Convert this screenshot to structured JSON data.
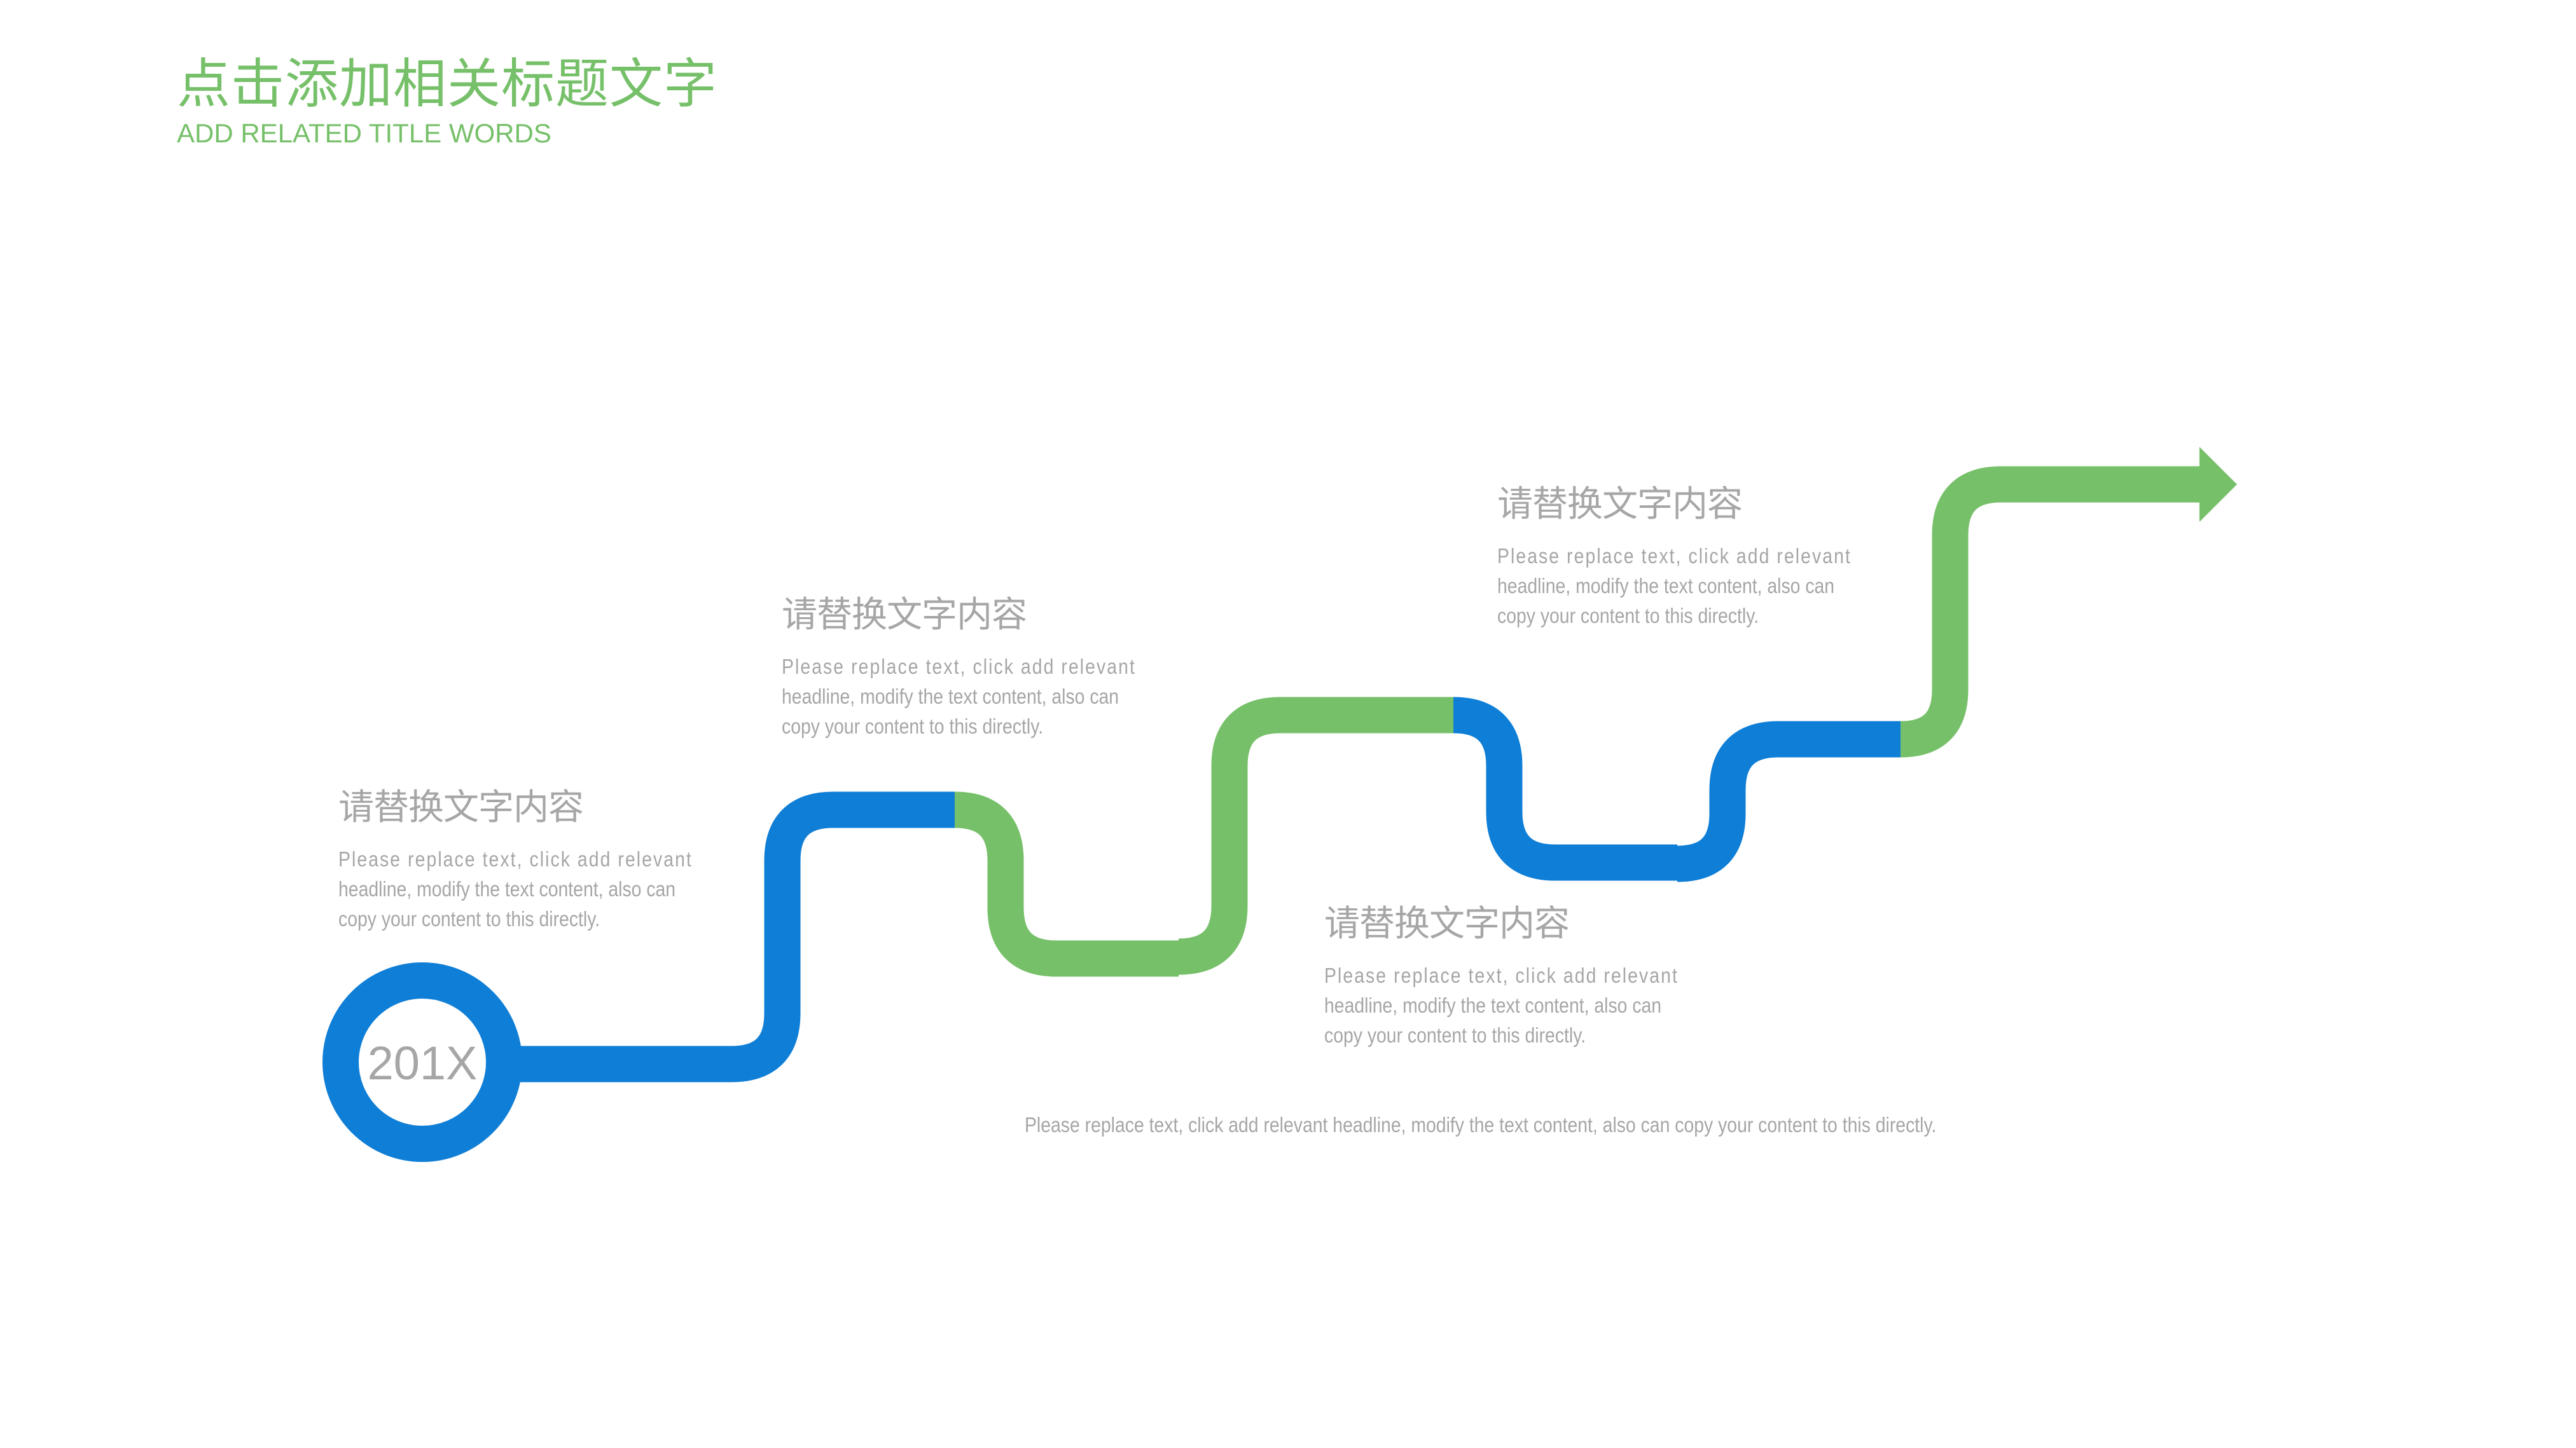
{
  "header": {
    "title_cn": "点击添加相关标题文字",
    "title_en": "ADD RELATED TITLE WORDS"
  },
  "colors": {
    "accent_green": "#77C06A",
    "accent_blue": "#0F7ED6",
    "text_gray": "#A6A6A6",
    "background": "#FFFFFF"
  },
  "timeline": {
    "start_label": "201X",
    "end_marker": "arrow-right-icon",
    "segment_colors": [
      "blue",
      "green",
      "green",
      "blue",
      "blue",
      "green"
    ],
    "blocks": [
      {
        "heading": "请替换文字内容",
        "lines": [
          "Please replace text, click add relevant",
          "headline, modify the text content, also can",
          "copy your content to this directly."
        ]
      },
      {
        "heading": "请替换文字内容",
        "lines": [
          "Please replace text, click add relevant",
          "headline, modify the text content, also can",
          "copy your content to this directly."
        ]
      },
      {
        "heading": "请替换文字内容",
        "lines": [
          "Please replace text, click add relevant",
          "headline, modify the text content, also can",
          "copy your content to this directly."
        ]
      },
      {
        "heading": "请替换文字内容",
        "lines": [
          "Please replace text, click add relevant",
          "headline, modify the text content, also can",
          "copy your content to this directly."
        ]
      }
    ]
  },
  "footer": {
    "caption": "Please replace text, click add relevant headline, modify the text content, also can copy your content to this directly."
  }
}
